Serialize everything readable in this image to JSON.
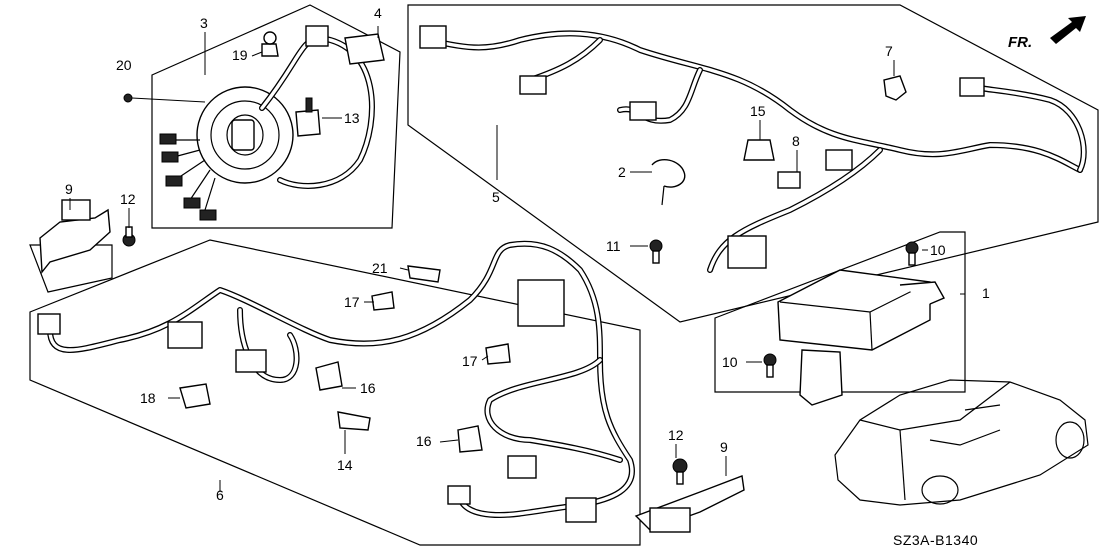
{
  "direction_label": "FR.",
  "diagram_code": "SZ3A-B1340",
  "callouts": {
    "c1": "1",
    "c2": "2",
    "c3": "3",
    "c4": "4",
    "c5": "5",
    "c6": "6",
    "c7": "7",
    "c8": "8",
    "c9a": "9",
    "c9b": "9",
    "c10a": "10",
    "c10b": "10",
    "c11": "11",
    "c12a": "12",
    "c12b": "12",
    "c13": "13",
    "c14": "14",
    "c15": "15",
    "c16a": "16",
    "c16b": "16",
    "c17a": "17",
    "c17b": "17",
    "c18": "18",
    "c19": "19",
    "c20": "20",
    "c21": "21"
  }
}
